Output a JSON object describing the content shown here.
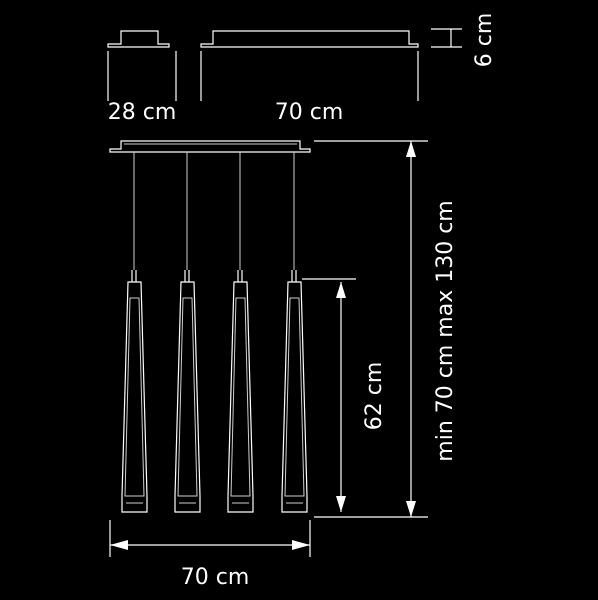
{
  "diagram": {
    "background_color": "#000000",
    "line_color": "#ffffff",
    "dimensions": {
      "canopy_small_width": "28 cm",
      "canopy_large_width": "70 cm",
      "canopy_height": "6 cm",
      "shade_length": "62 cm",
      "suspension_range": "min 70 cm max 130 cm",
      "overall_width": "70 cm"
    },
    "pendant_count": 4
  }
}
